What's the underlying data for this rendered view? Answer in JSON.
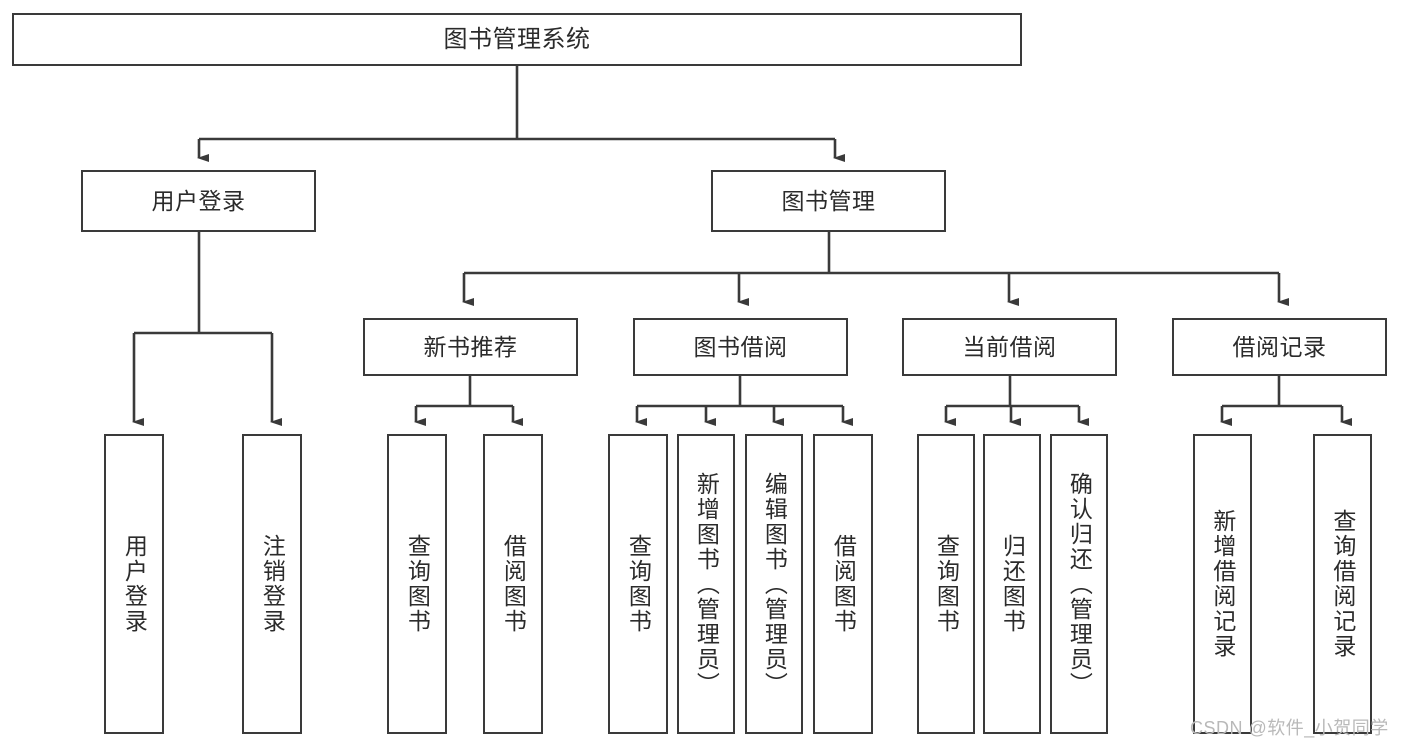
{
  "diagram": {
    "title": "图书管理系统",
    "type": "hierarchy-tree",
    "watermark": "CSDN @软件_小贺同学",
    "colors": {
      "border": "#3a3a3a",
      "background": "#ffffff",
      "text": "#2b2b2b",
      "watermark": "#b9b9b9"
    },
    "root": {
      "label": "图书管理系统"
    },
    "level1": [
      {
        "label": "用户登录"
      },
      {
        "label": "图书管理"
      }
    ],
    "level2": [
      {
        "label": "新书推荐"
      },
      {
        "label": "图书借阅"
      },
      {
        "label": "当前借阅"
      },
      {
        "label": "借阅记录"
      }
    ],
    "leaves": [
      {
        "label": "用户登录",
        "parent": "用户登录"
      },
      {
        "label": "注销登录",
        "parent": "用户登录"
      },
      {
        "label": "查询图书",
        "parent": "新书推荐"
      },
      {
        "label": "借阅图书",
        "parent": "新书推荐"
      },
      {
        "label": "查询图书",
        "parent": "图书借阅"
      },
      {
        "label": "新增图书（管理员）",
        "parent": "图书借阅"
      },
      {
        "label": "编辑图书（管理员）",
        "parent": "图书借阅"
      },
      {
        "label": "借阅图书",
        "parent": "图书借阅"
      },
      {
        "label": "查询图书",
        "parent": "当前借阅"
      },
      {
        "label": "归还图书",
        "parent": "当前借阅"
      },
      {
        "label": "确认归还（管理员）",
        "parent": "当前借阅"
      },
      {
        "label": "新增借阅记录",
        "parent": "借阅记录"
      },
      {
        "label": "查询借阅记录",
        "parent": "借阅记录"
      }
    ]
  }
}
